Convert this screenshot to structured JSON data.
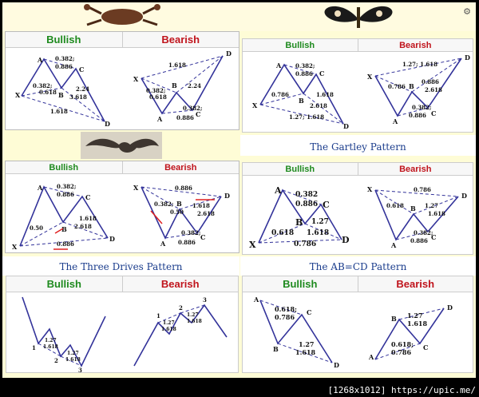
{
  "labels": {
    "bullish": "Bullish",
    "bearish": "Bearish"
  },
  "titles": {
    "gartley": "The Gartley Pattern",
    "three_drives": "The Three Drives Pattern",
    "abcd": "The AB=CD Pattern"
  },
  "points": {
    "X": "X",
    "A": "A",
    "B": "B",
    "C": "C",
    "D": "D",
    "one": "1",
    "two": "2",
    "three": "3"
  },
  "ratios": {
    "r0382": "0.382;",
    "r0886": "0.886",
    "r0618": "0.618",
    "r1618": "1.618",
    "r224": "2.24",
    "r3618": "3.618",
    "r2618": "2.618",
    "r0786": "0.786",
    "r127": "1.27",
    "r127_1618": "1.27; 1.618",
    "r050": "0.50",
    "r0382b": "0.382",
    "r0618b": "0.618;"
  },
  "footer": "[1268x1012] https://upic.me/",
  "icons": {
    "corner": "settings-icon"
  }
}
